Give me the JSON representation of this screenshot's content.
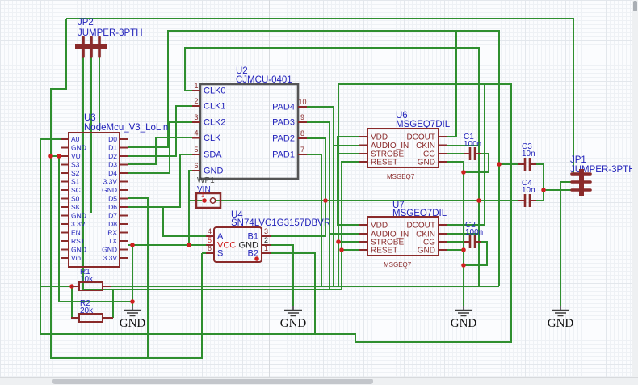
{
  "colors": {
    "wire": "#2f8f2f",
    "symbol_outline": "#8a2a2a",
    "junction": "#cf2020",
    "label_blue": "#2323bb",
    "u2_outline": "#555555",
    "ground": "#3c3c3c"
  },
  "components": {
    "jp2": {
      "designator": "JP2",
      "name": "JUMPER-3PTH"
    },
    "jp1": {
      "designator": "JP1",
      "name": "JUMPER-3PTH"
    },
    "u3": {
      "designator": "U3",
      "name": "NodeMcu_V3_LoLin",
      "left": [
        "A0",
        "GND",
        "VU",
        "S3",
        "S2",
        "S1",
        "SC",
        "S0",
        "SK",
        "GND",
        "3.3V",
        "EN",
        "RST",
        "GND",
        "Vin"
      ],
      "right": [
        "D0",
        "D1",
        "D2",
        "D3",
        "D4",
        "3.3V",
        "GND",
        "D5",
        "D6",
        "D7",
        "D8",
        "RX",
        "TX",
        "GND",
        "3.3V"
      ]
    },
    "u2": {
      "designator": "U2",
      "name": "CJMCU-0401",
      "left": [
        "CLK0",
        "CLK1",
        "CLK2",
        "CLK",
        "SDA",
        "GND"
      ],
      "left_nums": [
        "1",
        "2",
        "3",
        "4",
        "5",
        "6"
      ],
      "right": [
        "PAD4",
        "PAD3",
        "PAD2",
        "PAD1"
      ],
      "right_nums": [
        "10",
        "9",
        "8",
        "7"
      ]
    },
    "wp1": {
      "designator": "WP1",
      "net": "VIN",
      "pin": "1"
    },
    "u4": {
      "designator": "U4",
      "name": "SN74LVC1G3157DBVR",
      "left": [
        "A",
        "VCC",
        "S"
      ],
      "left_nums": [
        "4",
        "5",
        "6"
      ],
      "right": [
        "B1",
        "GND",
        "B2"
      ],
      "right_nums": [
        "3",
        "2",
        "1"
      ]
    },
    "u6": {
      "designator": "U6",
      "name": "MSGEQ7DIL",
      "package": "MSGEQ7",
      "left": [
        "VDD",
        "AUDIO_IN",
        "STROBE̅",
        "RESET"
      ],
      "right": [
        "DCOUT",
        "CKIN",
        "CG",
        "GND"
      ]
    },
    "u7": {
      "designator": "U7",
      "name": "MSGEQ7DIL",
      "package": "MSGEQ7",
      "left": [
        "VDD",
        "AUDIO_IN",
        "STROBE̅",
        "RESET"
      ],
      "right": [
        "DCOUT",
        "CKIN",
        "CG",
        "GND"
      ]
    },
    "c1": {
      "designator": "C1",
      "value": "100n"
    },
    "c2": {
      "designator": "C2",
      "value": "100n"
    },
    "c3": {
      "designator": "C3",
      "value": "10n"
    },
    "c4": {
      "designator": "C4",
      "value": "10n"
    },
    "r1": {
      "designator": "R1",
      "value": "10k"
    },
    "r2": {
      "designator": "R2",
      "value": "20k"
    },
    "grounds": [
      {
        "label": "GND"
      },
      {
        "label": "GND"
      },
      {
        "label": "GND"
      },
      {
        "label": "GND"
      }
    ]
  }
}
